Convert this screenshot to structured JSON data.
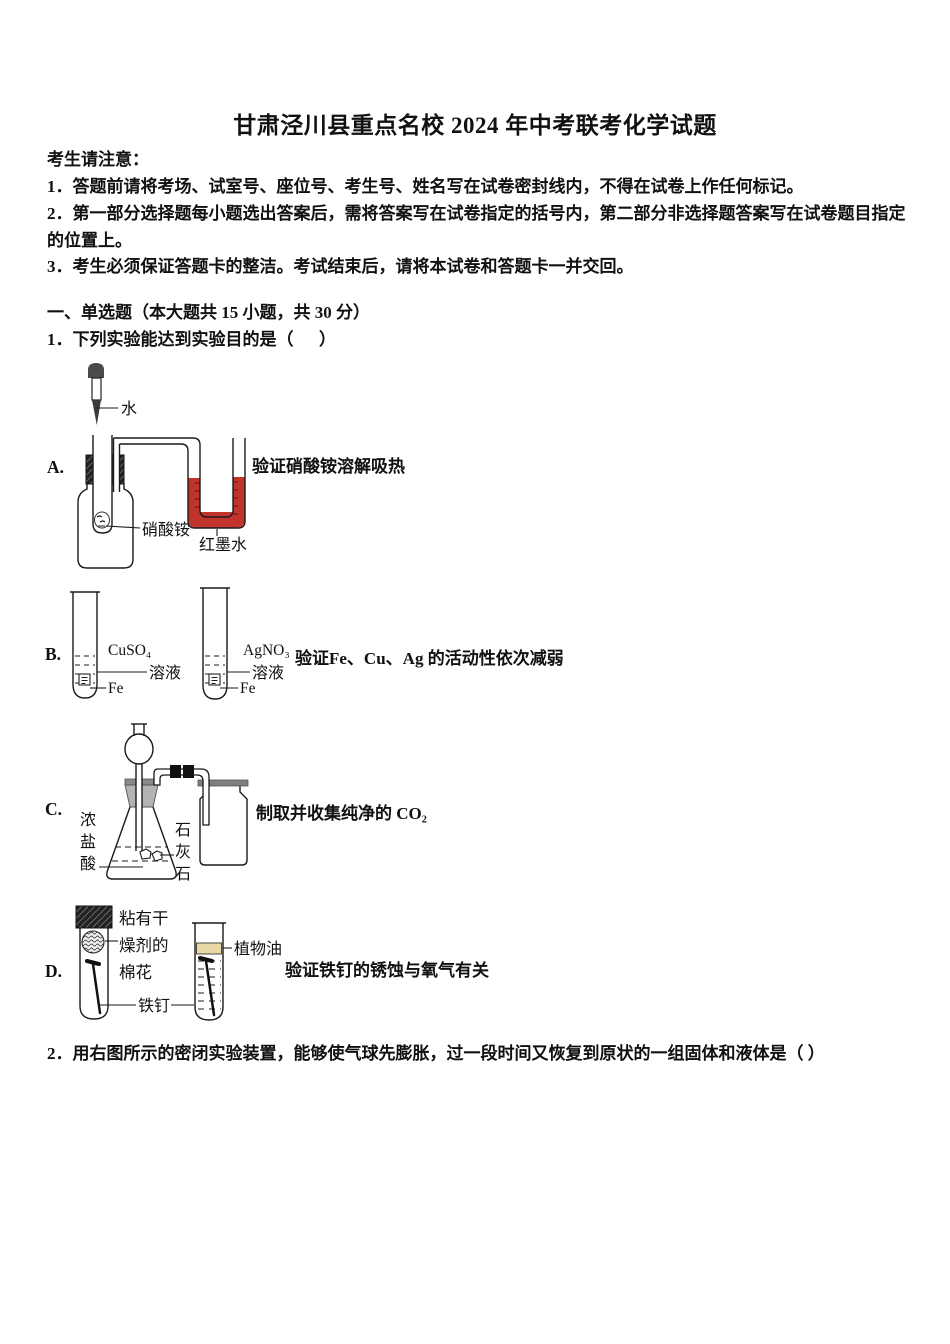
{
  "title": "甘肃泾川县重点名校 2024 年中考联考化学试题",
  "notice": {
    "heading": "考生请注意：",
    "item1": "1．答题前请将考场、试室号、座位号、考生号、姓名写在试卷密封线内，不得在试卷上作任何标记。",
    "item2": "2．第一部分选择题每小题选出答案后，需将答案写在试卷指定的括号内，第二部分非选择题答案写在试卷题目指定的位置上。",
    "item3": "3．考生必须保证答题卡的整洁。考试结束后，请将本试卷和答题卡一并交回。"
  },
  "section1": {
    "heading": "一、单选题（本大题共 15 小题，共 30 分）"
  },
  "q1": {
    "text": "1．下列实验能达到实验目的是（      ）",
    "options": {
      "A": {
        "label": "A.",
        "description": "验证硝酸铵溶解吸热",
        "labels": {
          "water": "水",
          "ammonium_nitrate": "硝酸铵",
          "red_ink": "红墨水"
        }
      },
      "B": {
        "label": "B.",
        "description": "验证Fe、Cu、Ag 的活动性依次减弱",
        "labels": {
          "tube1_reagent": "CuSO₄",
          "tube1_solution": "溶液",
          "tube1_metal": "Fe",
          "tube2_reagent": "AgNO₃",
          "tube2_solution": "溶液",
          "tube2_metal": "Fe"
        }
      },
      "C": {
        "label": "C.",
        "description": "制取并收集纯净的 CO₂",
        "labels": {
          "conc_hcl": "浓盐酸",
          "limestone": "石灰石"
        }
      },
      "D": {
        "label": "D.",
        "description": "验证铁钉的锈蚀与氧气有关",
        "labels": {
          "cotton": "粘有干燥剂的棉花",
          "iron_nail": "铁钉",
          "vegetable_oil": "植物油"
        }
      }
    }
  },
  "q2": {
    "text": "2．用右图所示的密闭实验装置，能够使气球先膨胀，过一段时间又恢复到原状的一组固体和液体是（ ）"
  },
  "colors": {
    "red_ink": "#c0342c",
    "vegetable_oil": "#e8d9a4"
  }
}
